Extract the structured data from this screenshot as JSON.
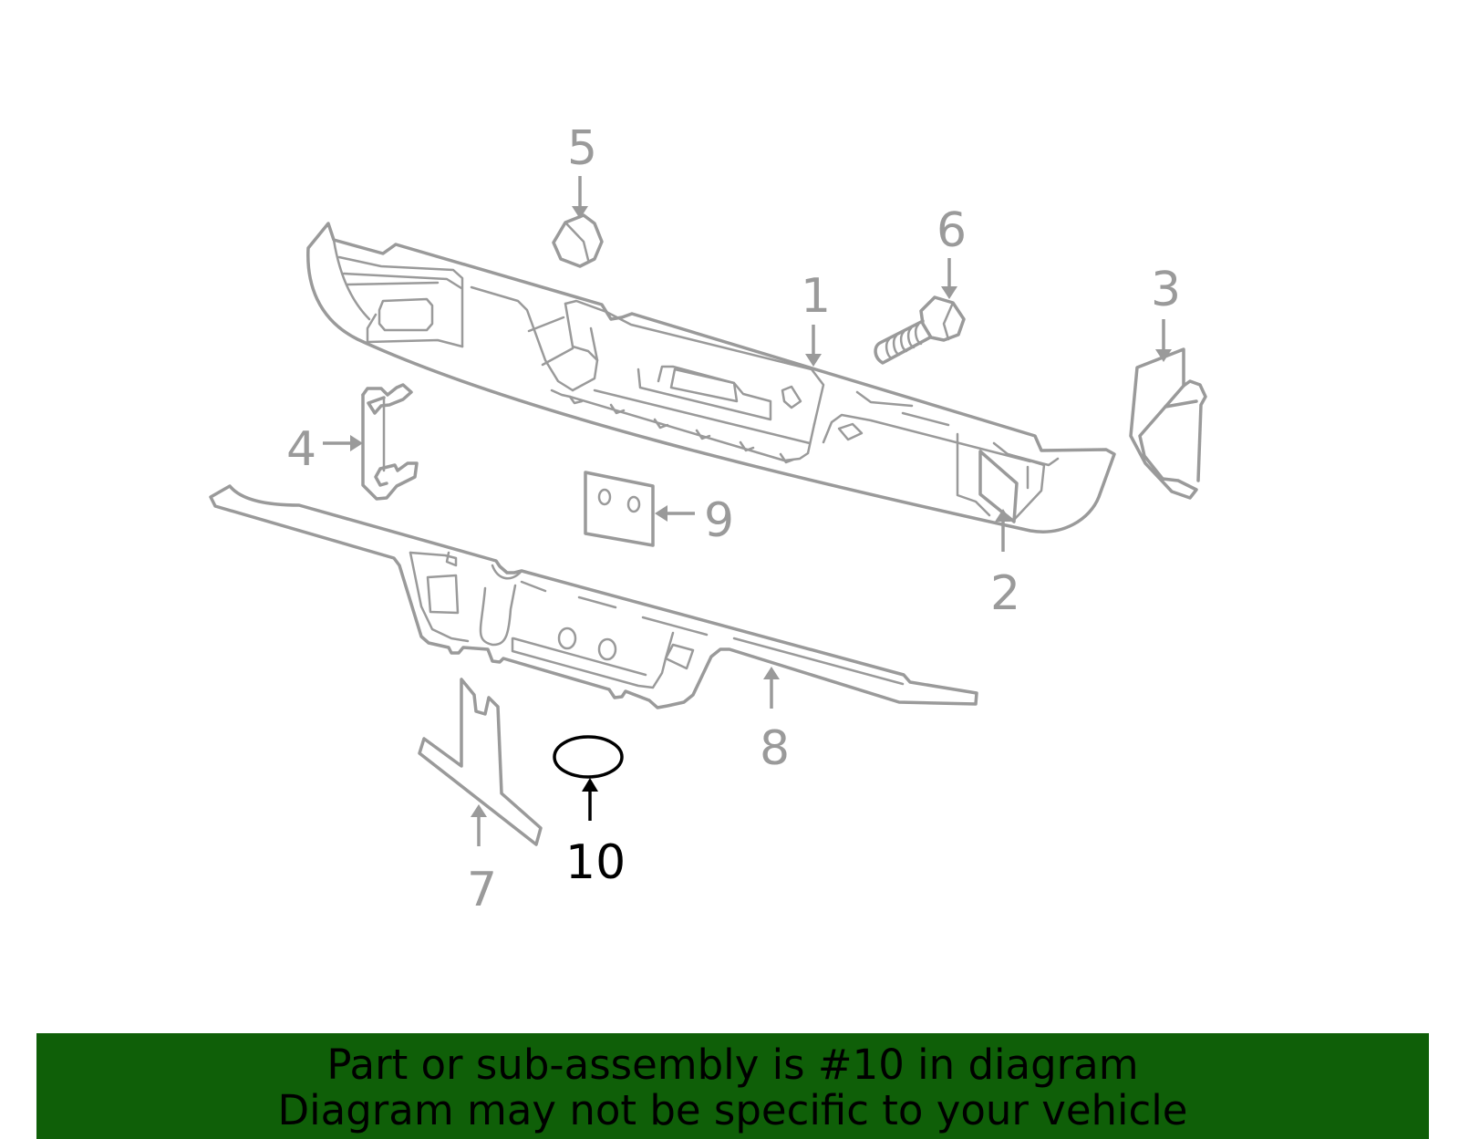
{
  "diagram": {
    "callouts": [
      {
        "id": "1",
        "label": "1"
      },
      {
        "id": "2",
        "label": "2"
      },
      {
        "id": "3",
        "label": "3"
      },
      {
        "id": "4",
        "label": "4"
      },
      {
        "id": "5",
        "label": "5"
      },
      {
        "id": "6",
        "label": "6"
      },
      {
        "id": "7",
        "label": "7"
      },
      {
        "id": "8",
        "label": "8"
      },
      {
        "id": "9",
        "label": "9"
      },
      {
        "id": "10",
        "label": "10"
      }
    ],
    "highlighted_part": "10",
    "line_color": "#9a9a9a",
    "highlight_color": "#000000"
  },
  "banner": {
    "line1": "Part or sub-assembly is #10 in diagram",
    "line2": "Diagram may not be specific to your vehicle",
    "background": "#0f5f08"
  }
}
